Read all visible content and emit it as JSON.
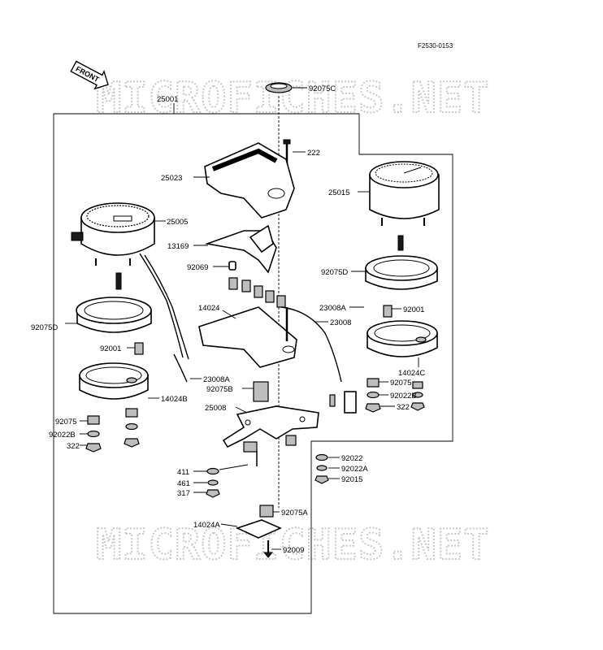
{
  "figure_code": "F2530-0153",
  "front_arrow": "FRONT",
  "watermarks": [
    "MICROFICHES.NET",
    "MICROFICHES.NET"
  ],
  "parts": [
    "92075C",
    "25001",
    "222",
    "25023",
    "25015",
    "25005",
    "13169",
    "92069",
    "92075D",
    "23008A",
    "92001",
    "14024",
    "23008",
    "92075D",
    "92001",
    "14024C",
    "23008A",
    "92075B",
    "14024B",
    "92075",
    "92022B",
    "322",
    "25008",
    "92075",
    "92022B",
    "322",
    "92022",
    "92022A",
    "92015",
    "411",
    "461",
    "317",
    "92075A",
    "14024A",
    "92009"
  ]
}
